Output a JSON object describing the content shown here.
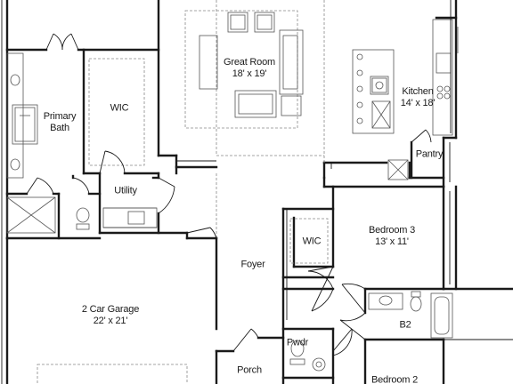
{
  "plan": {
    "rooms": [
      {
        "id": "great-room",
        "name": "Great Room",
        "dims": "18' x 19'"
      },
      {
        "id": "kitchen",
        "name": "Kitchen",
        "dims": "14' x 18'"
      },
      {
        "id": "primary-bath",
        "name": "Primary",
        "name2": "Bath"
      },
      {
        "id": "wic-primary",
        "name": "WIC"
      },
      {
        "id": "pantry",
        "name": "Pantry"
      },
      {
        "id": "utility",
        "name": "Utility"
      },
      {
        "id": "bedroom-3",
        "name": "Bedroom 3",
        "dims": "13' x 11'"
      },
      {
        "id": "wic-bedroom",
        "name": "WIC"
      },
      {
        "id": "foyer",
        "name": "Foyer"
      },
      {
        "id": "garage",
        "name": "2 Car Garage",
        "dims": "22' x 21'"
      },
      {
        "id": "b2",
        "name": "B2"
      },
      {
        "id": "powder",
        "name": "Pwdr"
      },
      {
        "id": "porch",
        "name": "Porch"
      },
      {
        "id": "bedroom-2",
        "name": "Bedroom 2"
      }
    ],
    "colors": {
      "wall": "#1a1a1a",
      "fixture": "#555555",
      "dashed": "#888888"
    }
  }
}
